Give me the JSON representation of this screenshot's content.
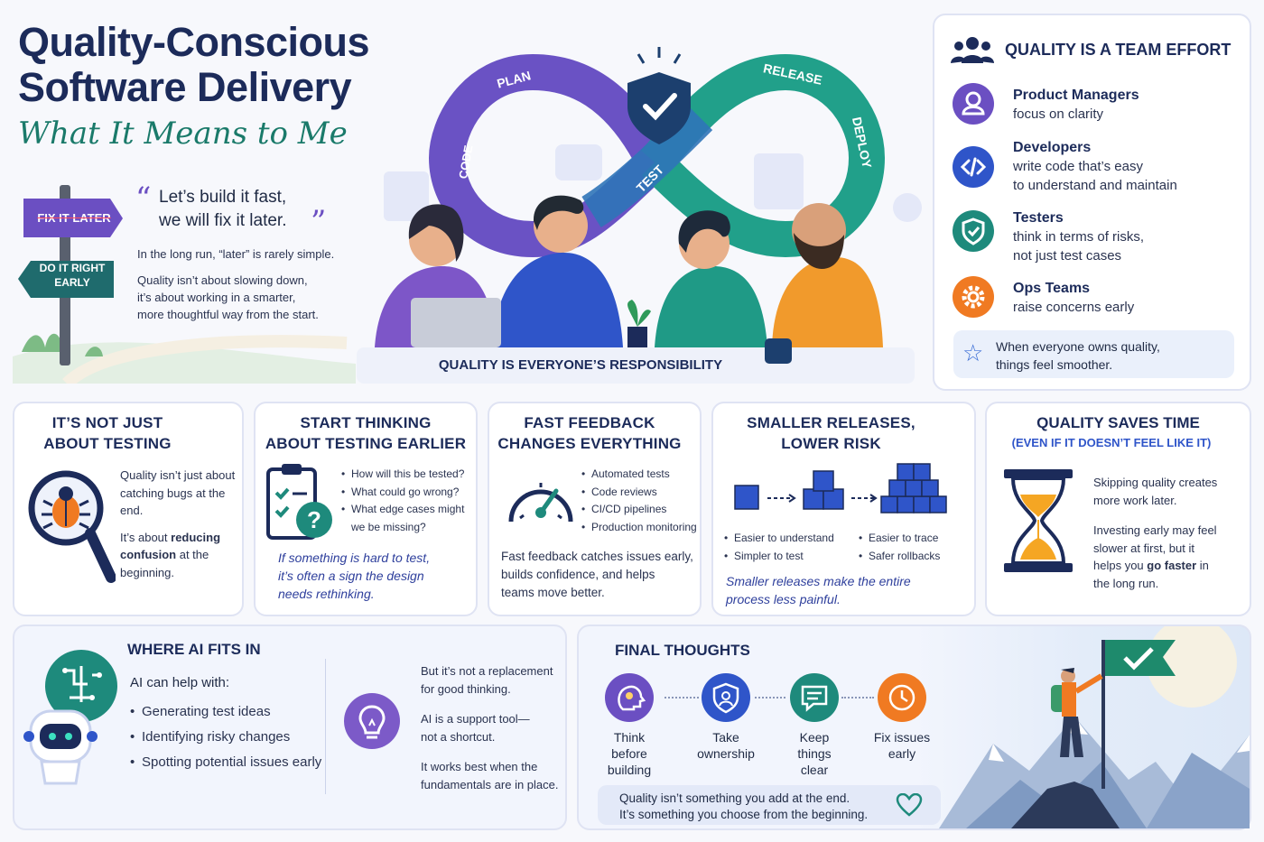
{
  "header": {
    "title_line1": "Quality-Conscious",
    "title_line2": "Software Delivery",
    "subtitle": "What It Means to Me"
  },
  "intro": {
    "sign_top": "FIX IT LATER",
    "sign_bottom_line1": "DO IT RIGHT",
    "sign_bottom_line2": "EARLY",
    "quote_line1": "Let’s build it fast,",
    "quote_line2": "we will fix it later.",
    "p1": "In the long run, “later” is rarely simple.",
    "p2_line1": "Quality isn’t about slowing down,",
    "p2_line2": "it’s about working in a smarter,",
    "p2_line3": "more thoughtful way from the start."
  },
  "loop": {
    "labels": [
      "CODE",
      "PLAN",
      "TEST",
      "RELEASE",
      "DEPLOY"
    ],
    "banner": "QUALITY IS EVERYONE’S RESPONSIBILITY"
  },
  "team": {
    "title": "QUALITY IS A TEAM EFFORT",
    "roles": [
      {
        "name": "Product Managers",
        "line1": "focus on clarity",
        "line2": "",
        "icon": "user-icon",
        "color": "#6b4fc2"
      },
      {
        "name": "Developers",
        "line1": "write code that’s easy",
        "line2": "to understand and maintain",
        "icon": "code-icon",
        "color": "#2f55c9"
      },
      {
        "name": "Testers",
        "line1": "think in terms of risks,",
        "line2": "not just test cases",
        "icon": "shield-check-icon",
        "color": "#1e8a7c"
      },
      {
        "name": "Ops Teams",
        "line1": "raise concerns early",
        "line2": "",
        "icon": "gear-icon",
        "color": "#f07a22"
      }
    ],
    "note_line1": "When everyone owns quality,",
    "note_line2": "things feel smoother."
  },
  "cards": {
    "testing": {
      "title_line1": "IT’S NOT JUST",
      "title_line2": "ABOUT TESTING",
      "p1_line1": "Quality isn’t just about",
      "p1_line2": "catching bugs at the end.",
      "p2_pre": "It’s about ",
      "p2_bold1": "reducing",
      "p2_bold2": "confusion",
      "p2_post1": " at the",
      "p2_post2": "beginning."
    },
    "earlier": {
      "title_line1": "START THINKING",
      "title_line2": "ABOUT TESTING EARLIER",
      "bullets": [
        "How will this be tested?",
        "What could go wrong?",
        "What edge cases might",
        "we be missing?"
      ],
      "italic_line1": "If something is hard to test,",
      "italic_line2": "it’s often a sign the design",
      "italic_line3": "needs rethinking."
    },
    "feedback": {
      "title_line1": "FAST FEEDBACK",
      "title_line2": "CHANGES EVERYTHING",
      "bullets": [
        "Automated tests",
        "Code reviews",
        "CI/CD pipelines",
        "Production monitoring"
      ],
      "p_line1": "Fast feedback catches issues early,",
      "p_line2": "builds confidence, and helps",
      "p_line3": "teams move better."
    },
    "smaller": {
      "title_line1": "SMALLER RELEASES,",
      "title_line2": "LOWER RISK",
      "bullets_left": [
        "Easier to understand",
        "Simpler to test"
      ],
      "bullets_right": [
        "Easier to trace",
        "Safer rollbacks"
      ],
      "italic_line1": "Smaller releases make the entire",
      "italic_line2": "process less painful."
    },
    "saves": {
      "title": "QUALITY SAVES TIME",
      "subtitle": "(EVEN IF IT DOESN’T FEEL LIKE IT)",
      "p1_line1": "Skipping quality creates",
      "p1_line2": "more work later.",
      "p2_line1": "Investing early may feel",
      "p2_line2": "slower at first, but it",
      "p2_pre3": "helps you ",
      "p2_bold": "go faster",
      "p2_post3": " in",
      "p2_line4": "the long run."
    }
  },
  "ai": {
    "title": "WHERE AI FITS IN",
    "intro": "AI can help with:",
    "bullets": [
      "Generating test ideas",
      "Identifying risky changes",
      "Spotting potential issues early"
    ],
    "r1_line1": "But it’s not a replacement",
    "r1_line2": "for good thinking.",
    "r2_line1": "AI is a support tool—",
    "r2_line2": "not a shortcut.",
    "r3_line1": "It works best when the",
    "r3_line2": "fundamentals are in place."
  },
  "final": {
    "title": "FINAL THOUGHTS",
    "steps": [
      {
        "line1": "Think",
        "line2": "before",
        "line3": "building",
        "color": "#6b4fc2",
        "icon": "brain-icon"
      },
      {
        "line1": "Take",
        "line2": "ownership",
        "line3": "",
        "color": "#2f55c9",
        "icon": "shield-user-icon"
      },
      {
        "line1": "Keep",
        "line2": "things",
        "line3": "clear",
        "color": "#1e8a7c",
        "icon": "chat-icon"
      },
      {
        "line1": "Fix issues",
        "line2": "early",
        "line3": "",
        "color": "#f07a22",
        "icon": "clock-icon"
      }
    ],
    "closing_line1": "Quality isn’t something you add at the end.",
    "closing_line2": "It’s something you choose from the beginning."
  },
  "colors": {
    "navy": "#1c2b5a",
    "purple": "#6b4fc2",
    "blue": "#2f55c9",
    "teal": "#1e8a7c",
    "orange": "#f07a22",
    "green_script": "#1a7a6a"
  }
}
